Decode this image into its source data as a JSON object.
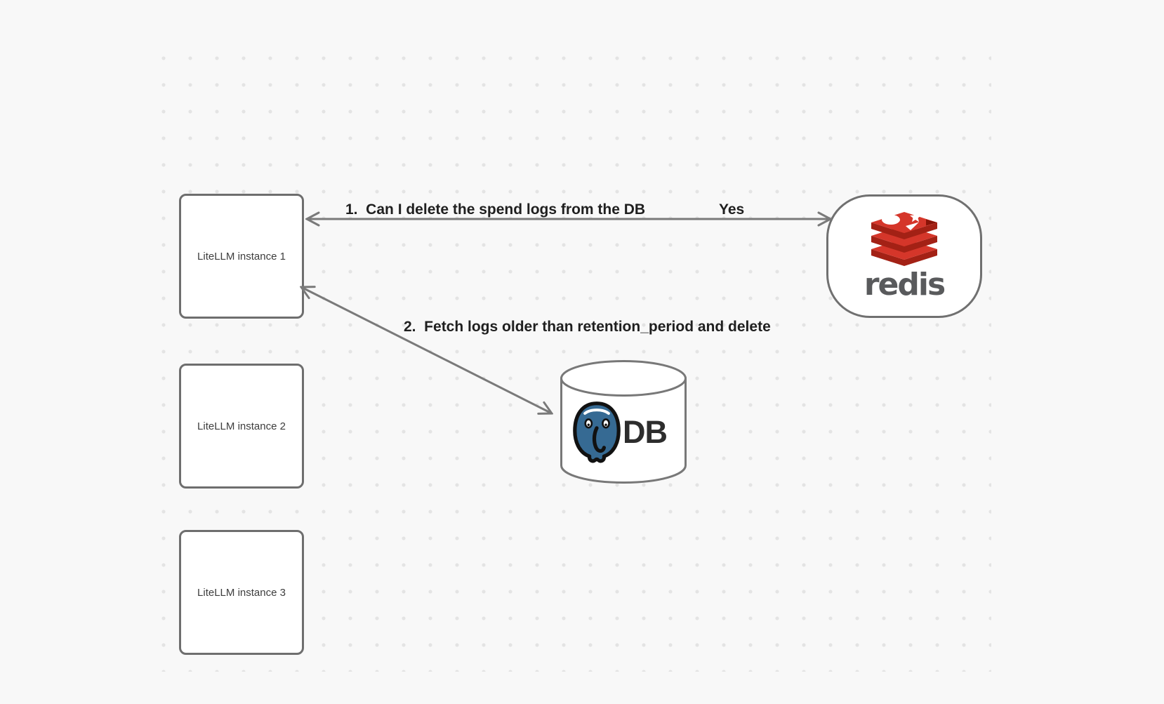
{
  "diagram": {
    "tool": "whiteboard-diagram",
    "nodes": {
      "litellm_instances": [
        {
          "label": "LiteLLM instance 1"
        },
        {
          "label": "LiteLLM instance 2"
        },
        {
          "label": "LiteLLM instance 3"
        }
      ],
      "redis": {
        "label": "redis",
        "logo": "redis-stacked-cubes-logo"
      },
      "db": {
        "label": "DB",
        "logo": "postgresql-elephant-logo",
        "shape": "cylinder"
      }
    },
    "arrows": [
      {
        "id": "arrow-1",
        "label": "1.  Can I delete the spend logs from the DB",
        "response": "Yes",
        "from": "redis",
        "to": "LiteLLM instance 1",
        "style": "double-headed"
      },
      {
        "id": "arrow-2",
        "label": "2.  Fetch logs older than retention_period and delete",
        "from": "LiteLLM instance 1",
        "to": "DB",
        "style": "double-headed"
      }
    ],
    "colors": {
      "background": "#f8f8f8",
      "grid_dot": "#e4e4e4",
      "shape_border": "#6e6e6e",
      "arrow": "#7a7a7a",
      "label_text": "#1f1f1f",
      "box_label_text": "#3d3d3d",
      "redis_red": "#d5362a",
      "redis_red_dark": "#a32115",
      "redis_wordmark_gray": "#595a5c",
      "postgres_blue": "#366a93",
      "db_text": "#2d2d2d"
    }
  }
}
